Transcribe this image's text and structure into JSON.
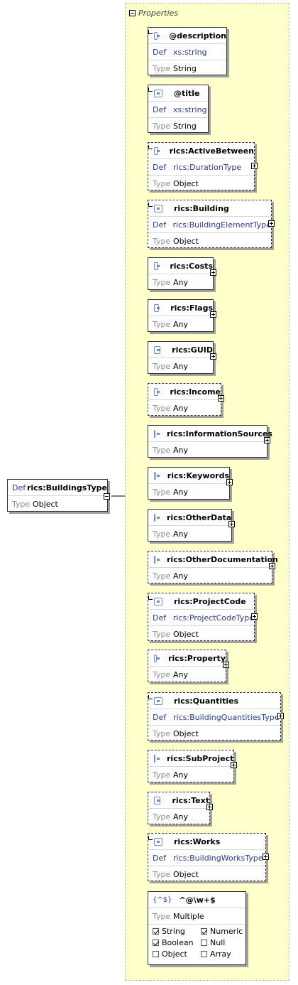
{
  "panel": {
    "title": "Properties"
  },
  "labels": {
    "def": "Def",
    "type": "Type"
  },
  "root": {
    "name": "rics:BuildingsType",
    "type": "Object"
  },
  "properties": [
    {
      "name": "@description",
      "def": "xs:string",
      "type": "String",
      "expandable": false
    },
    {
      "name": "@title",
      "def": "xs:string",
      "type": "String",
      "expandable": false
    },
    {
      "name": "rics:ActiveBetween",
      "def": "rics:DurationType",
      "type": "Object",
      "expandable": true
    },
    {
      "name": "rics:Building",
      "def": "rics:BuildingElementType",
      "type": "Object",
      "expandable": true
    },
    {
      "name": "rics:Costs",
      "def": null,
      "type": "Any",
      "expandable": true
    },
    {
      "name": "rics:Flags",
      "def": null,
      "type": "Any",
      "expandable": true
    },
    {
      "name": "rics:GUID",
      "def": null,
      "type": "Any",
      "expandable": true
    },
    {
      "name": "rics:Income",
      "def": null,
      "type": "Any",
      "expandable": true
    },
    {
      "name": "rics:InformationSources",
      "def": null,
      "type": "Any",
      "expandable": true
    },
    {
      "name": "rics:Keywords",
      "def": null,
      "type": "Any",
      "expandable": true
    },
    {
      "name": "rics:OtherData",
      "def": null,
      "type": "Any",
      "expandable": true
    },
    {
      "name": "rics:OtherDocumentation",
      "def": null,
      "type": "Any",
      "expandable": true
    },
    {
      "name": "rics:ProjectCode",
      "def": "rics:ProjectCodeType",
      "type": "Object",
      "expandable": true
    },
    {
      "name": "rics:Property",
      "def": null,
      "type": "Any",
      "expandable": true
    },
    {
      "name": "rics:Quantities",
      "def": "rics:BuildingQuantitiesType",
      "type": "Object",
      "expandable": true
    },
    {
      "name": "rics:SubProject",
      "def": null,
      "type": "Any",
      "expandable": true
    },
    {
      "name": "rics:Text",
      "def": null,
      "type": "Any",
      "expandable": true
    },
    {
      "name": "rics:Works",
      "def": "rics:BuildingWorksType",
      "type": "Object",
      "expandable": true
    }
  ],
  "pattern": {
    "icon": "{^$}",
    "name": "^@\\w+$",
    "type": "Multiple",
    "checks": [
      {
        "label": "String",
        "checked": true
      },
      {
        "label": "Numeric",
        "checked": true
      },
      {
        "label": "Boolean",
        "checked": true
      },
      {
        "label": "Null",
        "checked": false
      },
      {
        "label": "Object",
        "checked": false
      },
      {
        "label": "Array",
        "checked": false
      }
    ]
  }
}
